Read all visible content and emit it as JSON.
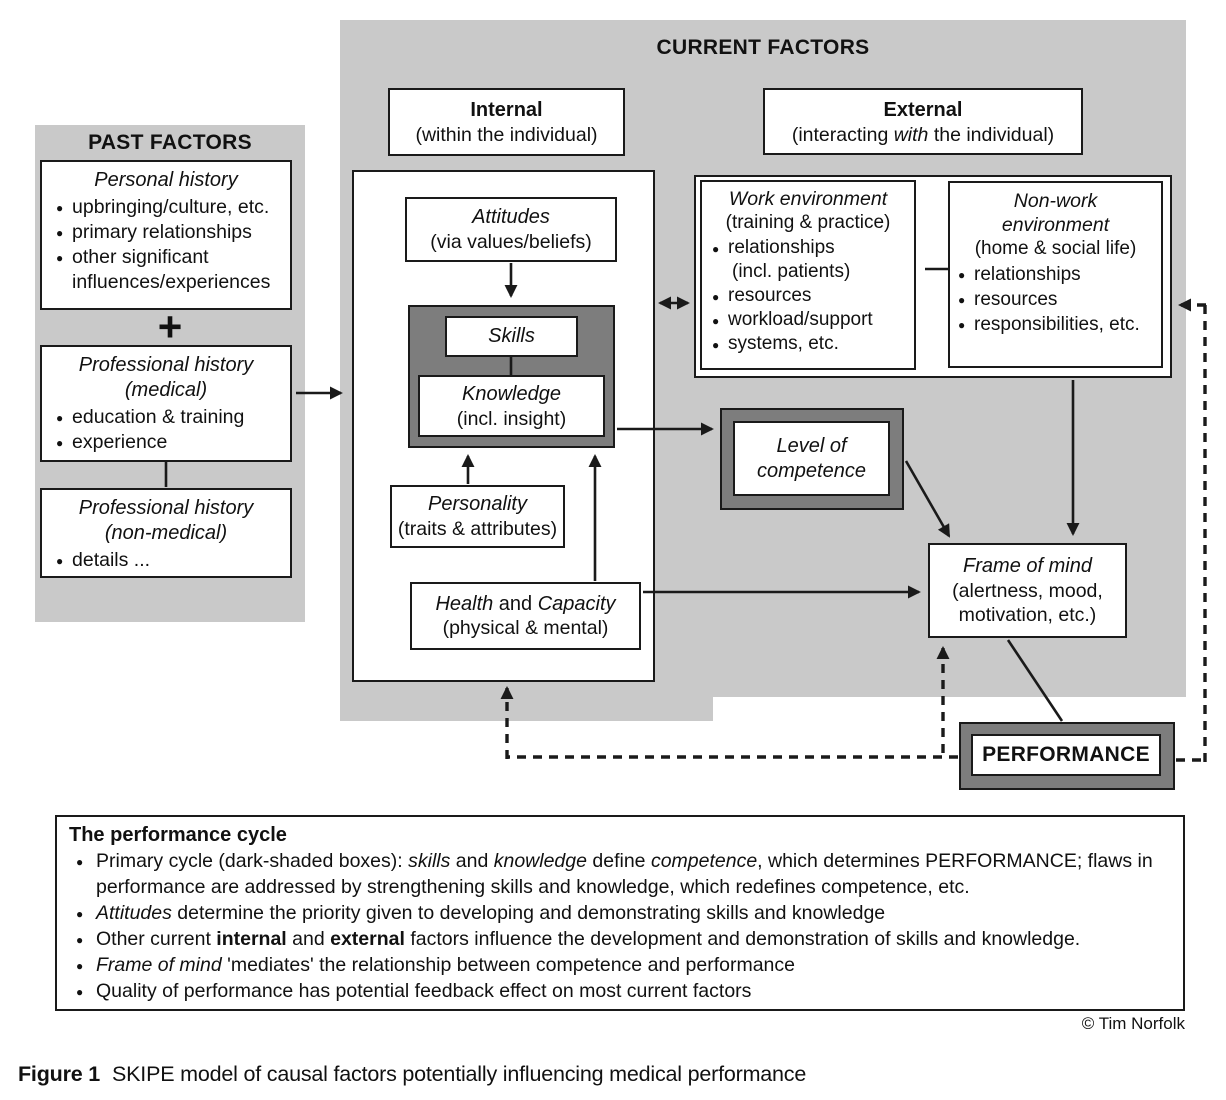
{
  "colors": {
    "background_gray": "#c9c9c9",
    "dark_gray": "#7d7d7d",
    "line_black": "#1a1a1a"
  },
  "past_factors": {
    "title": "PAST FACTORS",
    "plus_sign": "+",
    "personal_history": {
      "title": "Personal history",
      "bullets": [
        "upbringing/culture, etc.",
        "primary relationships",
        "other significant influences/experiences"
      ]
    },
    "professional_medical": {
      "title": "Professional history",
      "subtitle": "(medical)",
      "bullets": [
        "education & training",
        "experience"
      ]
    },
    "professional_non_medical": {
      "title": "Professional history",
      "subtitle": "(non-medical)",
      "bullets": [
        "details ..."
      ]
    }
  },
  "current_factors": {
    "title": "CURRENT FACTORS",
    "internal_header": {
      "title": "Internal",
      "subtitle": "(within the individual)"
    },
    "external_header": {
      "title": "External",
      "subtitle_rich": [
        {
          "t": "(interacting "
        },
        {
          "t": "with",
          "s": "i"
        },
        {
          "t": " the individual)"
        }
      ]
    },
    "attitudes": {
      "title": "Attitudes",
      "subtitle": "(via values/beliefs)"
    },
    "skills": {
      "title": "Skills"
    },
    "knowledge": {
      "title": "Knowledge",
      "subtitle": "(incl. insight)"
    },
    "personality": {
      "title": "Personality",
      "subtitle": "(traits & attributes)"
    },
    "health": {
      "title_rich": [
        {
          "t": "Health",
          "s": "i"
        },
        {
          "t": " and "
        },
        {
          "t": "Capacity",
          "s": "i"
        }
      ],
      "subtitle": "(physical & mental)"
    },
    "work_environment": {
      "title": "Work environment",
      "subtitle": "(training & practice)",
      "bullets": [
        "relationships",
        "resources",
        "workload/support",
        "systems, etc."
      ],
      "bullet_0_cont": "(incl. patients)"
    },
    "non_work_environment": {
      "title": "Non-work environment",
      "subtitle": "(home & social life)",
      "bullets": [
        "relationships",
        "resources",
        "responsibilities, etc."
      ]
    },
    "level_of_competence": {
      "title": "Level of competence"
    },
    "frame_of_mind": {
      "title": "Frame of mind",
      "subtitle": "(alertness, mood, motivation, etc.)"
    },
    "performance": {
      "title": "PERFORMANCE"
    }
  },
  "legend": {
    "title": "The performance cycle",
    "bullets_rich": [
      [
        {
          "t": "Primary cycle (dark-shaded boxes): "
        },
        {
          "t": "skills",
          "s": "i"
        },
        {
          "t": " and "
        },
        {
          "t": "knowledge",
          "s": "i"
        },
        {
          "t": " define "
        },
        {
          "t": "competence",
          "s": "i"
        },
        {
          "t": ", which determines PERFORMANCE; flaws in performance are addressed by strengthening skills and knowledge, which redefines competence, etc."
        }
      ],
      [
        {
          "t": "Attitudes",
          "s": "i"
        },
        {
          "t": " determine the priority given to developing and demonstrating skills and knowledge"
        }
      ],
      [
        {
          "t": "Other current "
        },
        {
          "t": "internal",
          "s": "b"
        },
        {
          "t": " and "
        },
        {
          "t": "external",
          "s": "b"
        },
        {
          "t": " factors influence the development and demonstration of skills and knowledge."
        }
      ],
      [
        {
          "t": "Frame of mind",
          "s": "i"
        },
        {
          "t": " 'mediates' the relationship between competence and performance"
        }
      ],
      [
        {
          "t": "Quality of performance has potential feedback effect on most current factors"
        }
      ]
    ]
  },
  "copyright": "© Tim Norfolk",
  "caption": {
    "label": "Figure 1",
    "text": "SKIPE model of causal factors potentially influencing medical performance"
  }
}
